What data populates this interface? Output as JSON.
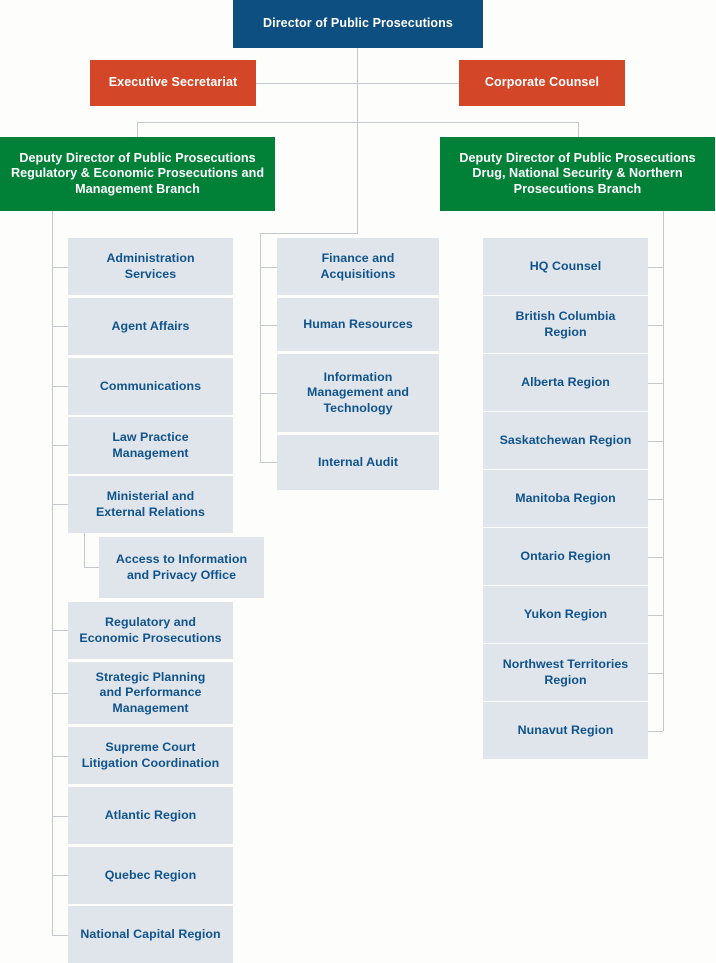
{
  "meta": {
    "title": "Public Prosecution Service Organizational Chart",
    "colors": {
      "director": "#0e4f82",
      "staff_office": "#d34627",
      "branch": "#018038",
      "unit_background": "#dfe5ea",
      "unit_text": "#10538c",
      "connector": "#c3c9cd",
      "page_background": "#fdfdfc"
    }
  },
  "chart_data": {
    "type": "diagram",
    "subtype": "organization-chart",
    "levels": [
      {
        "level": 1,
        "nodes": [
          {
            "id": "dpp",
            "label": "Director of Public Prosecutions",
            "style": "director"
          }
        ]
      },
      {
        "level": 2,
        "nodes": [
          {
            "id": "exec-sec",
            "label": "Executive Secretariat",
            "style": "staff_office",
            "parent": "dpp"
          },
          {
            "id": "corp-counsel",
            "label": "Corporate Counsel",
            "style": "staff_office",
            "parent": "dpp"
          }
        ]
      },
      {
        "level": 3,
        "nodes": [
          {
            "id": "ddpp-reg",
            "label": "Deputy Director of  Public Prosecutions\nRegulatory & Economic Prosecutions and\nManagement Branch",
            "style": "branch",
            "parent": "dpp"
          },
          {
            "id": "ddpp-drug",
            "label": "Deputy Director of Public Prosecutions\nDrug, National Security & Northern\nProsecutions Branch",
            "style": "branch",
            "parent": "dpp"
          }
        ]
      }
    ],
    "columns": {
      "left": {
        "parent": "ddpp-reg",
        "units": [
          {
            "label": "Administration\nServices"
          },
          {
            "label": "Agent Affairs"
          },
          {
            "label": "Communications"
          },
          {
            "label": "Law Practice\nManagement"
          },
          {
            "label": "Ministerial and\nExternal Relations",
            "children": [
              {
                "label": "Access to Information\nand Privacy Office"
              }
            ]
          },
          {
            "label": "Regulatory and\nEconomic Prosecutions"
          },
          {
            "label": "Strategic Planning\nand Performance\nManagement"
          },
          {
            "label": "Supreme Court\nLitigation Coordination"
          },
          {
            "label": "Atlantic Region"
          },
          {
            "label": "Quebec Region"
          },
          {
            "label": "National Capital Region"
          }
        ]
      },
      "middle": {
        "parent": "dpp",
        "units": [
          {
            "label": "Finance and\nAcquisitions"
          },
          {
            "label": "Human Resources"
          },
          {
            "label": "Information\nManagement and\nTechnology"
          },
          {
            "label": "Internal Audit"
          }
        ]
      },
      "right": {
        "parent": "ddpp-drug",
        "units": [
          {
            "label": "HQ Counsel"
          },
          {
            "label": "British Columbia\nRegion"
          },
          {
            "label": "Alberta Region"
          },
          {
            "label": "Saskatchewan Region"
          },
          {
            "label": "Manitoba Region"
          },
          {
            "label": "Ontario Region"
          },
          {
            "label": "Yukon Region"
          },
          {
            "label": "Northwest Territories\nRegion"
          },
          {
            "label": "Nunavut Region"
          }
        ]
      }
    }
  }
}
